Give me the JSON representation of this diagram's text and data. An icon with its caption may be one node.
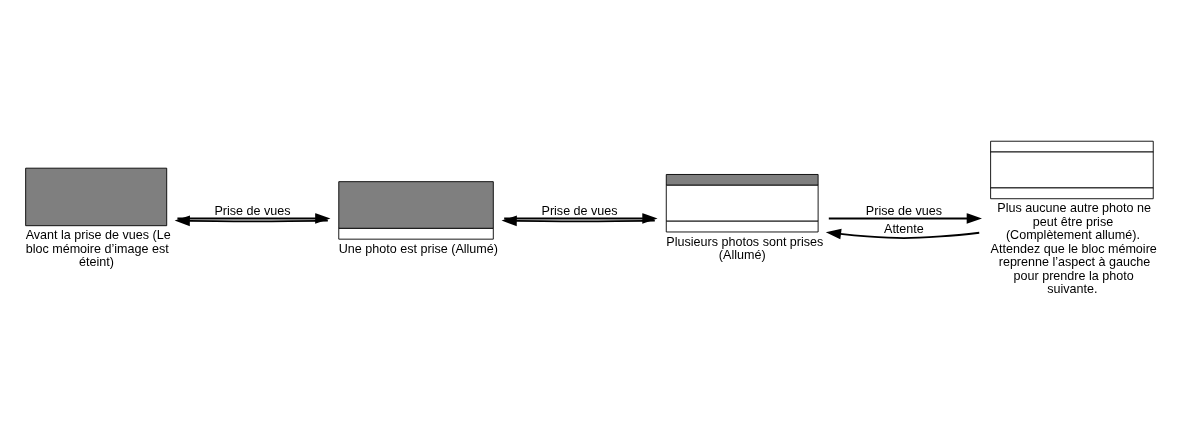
{
  "diagram": {
    "nodes": [
      {
        "text": [],
        "shape": "bar",
        "beside": [
          "Avant la prise de vues (Le bloc mémoire d’image est éteint)"
        ]
      },
      {
        "text": [],
        "shape": "bar",
        "beside": [
          "Une photo est prise (Allumé)"
        ]
      },
      {
        "text": [],
        "shape": "bar",
        "beside": [
          "Plusieurs photos sont prises (Allumé)"
        ]
      },
      {
        "text": [],
        "shape": "bar",
        "beside": [
          "Plus aucune autre photo ne peut être prise (Complètement allumé). Attendez que le bloc mémoire reprenne l’aspect à gauche pour prendre la photo suivante."
        ]
      }
    ],
    "edges": [
      {
        "from": 0,
        "to": 1,
        "arrow": "to",
        "label": "Prise de vues"
      },
      {
        "from": 1,
        "to": 0,
        "arrow": "to"
      },
      {
        "from": 1,
        "to": 2,
        "arrow": "to",
        "label": "Prise de vues"
      },
      {
        "from": 2,
        "to": 1,
        "arrow": "to"
      },
      {
        "from": 2,
        "to": 3,
        "arrow": "to",
        "label": "Prise de vues"
      },
      {
        "from": 3,
        "to": 2,
        "arrow": "to",
        "label": "Attente"
      }
    ]
  }
}
